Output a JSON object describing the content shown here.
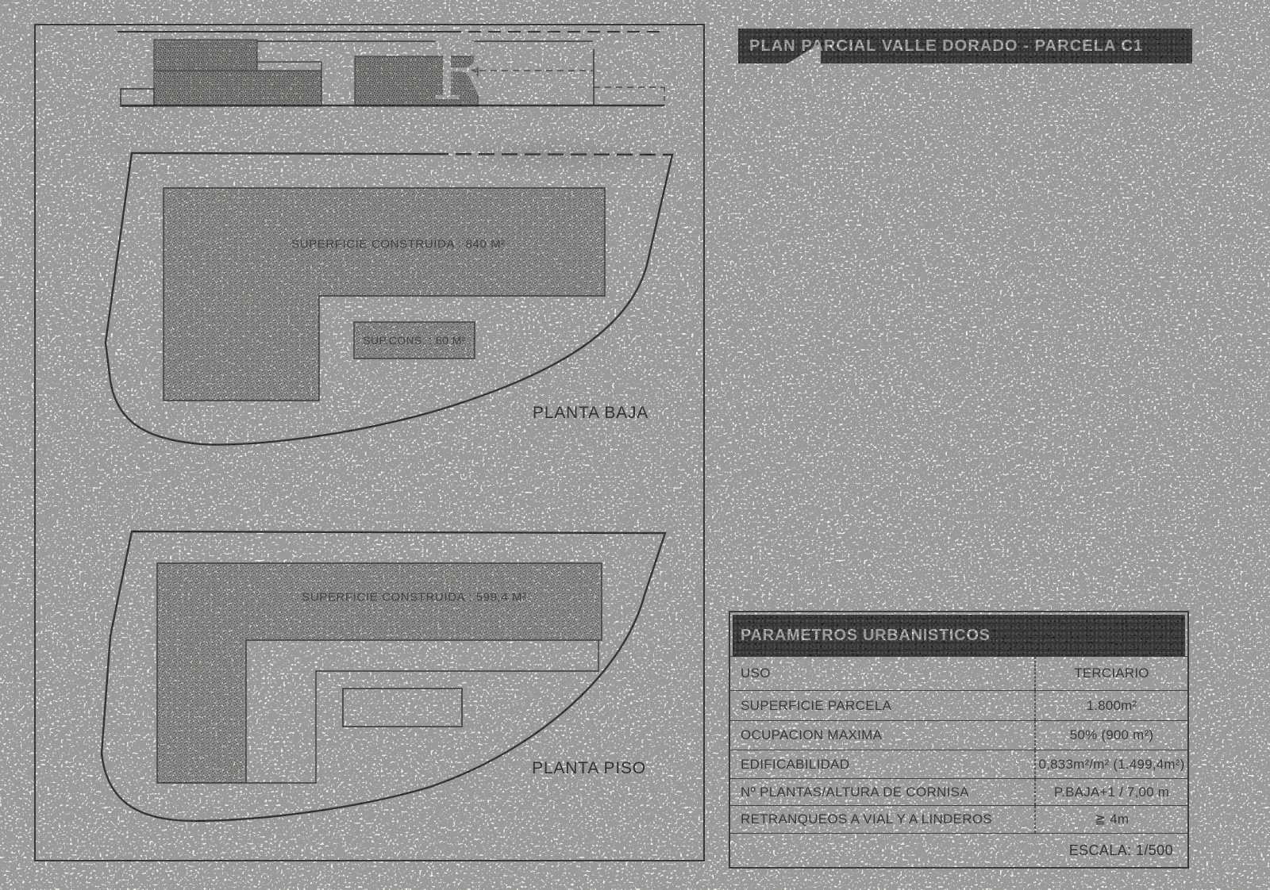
{
  "page": {
    "watermark_letter": "R"
  },
  "title_bar": {
    "text": "PLAN PARCIAL VALLE DORADO - PARCELA C1"
  },
  "drawing": {
    "planta_baja": {
      "label": "PLANTA BAJA",
      "area_label": "SUPERFICIE CONSTRUIDA : 840 M²",
      "annex_label": "SUP.CONS. : 60 M²"
    },
    "planta_piso": {
      "label": "PLANTA PISO",
      "area_label": "SUPERFICIE CONSTRUIDA : 599,4 M²"
    }
  },
  "table": {
    "header": "PARAMETROS URBANISTICOS",
    "rows": [
      {
        "label": "USO",
        "value": "TERCIARIO"
      },
      {
        "label": "SUPERFICIE PARCELA",
        "value": "1.800m²"
      },
      {
        "label": "OCUPACION MAXIMA",
        "value": "50% (900 m²)"
      },
      {
        "label": "EDIFICABILIDAD",
        "value": "0,833m²/m² (1.499,4m²)"
      },
      {
        "label": "Nº PLANTAS/ALTURA DE CORNISA",
        "value": "P.BAJA+1 / 7,00 m"
      },
      {
        "label": "RETRANQUEOS A VIAL Y A LINDEROS",
        "value": "≧ 4m"
      }
    ],
    "scale_label": "ESCALA: 1/500"
  },
  "colors": {
    "paper": "#f5f4f1",
    "ink": "#1c1c1c",
    "bar": "#171717",
    "stipple": "#d4d2cf"
  }
}
